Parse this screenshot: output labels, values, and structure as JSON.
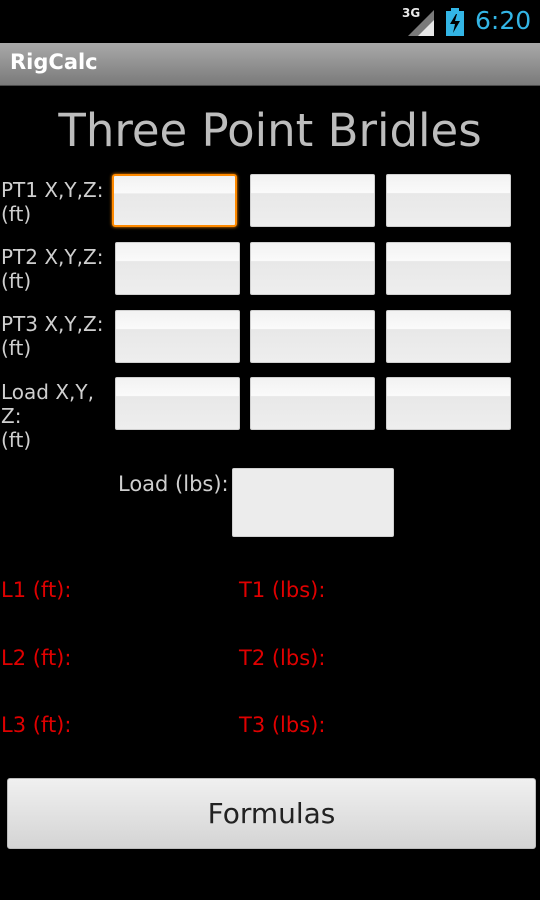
{
  "status_bar": {
    "network": "3G",
    "time": "6:20"
  },
  "app": {
    "title": "RigCalc"
  },
  "heading": "Three Point Bridles",
  "rows": [
    {
      "label": "PT1 X,Y,Z:\n(ft)"
    },
    {
      "label": "PT2 X,Y,Z:\n(ft)"
    },
    {
      "label": "PT3 X,Y,Z:\n(ft)"
    },
    {
      "label": "Load X,Y,\nZ:\n(ft)"
    }
  ],
  "load": {
    "label": "Load (lbs):",
    "value": ""
  },
  "results": {
    "l1": "L1 (ft):",
    "l2": "L2 (ft):",
    "l3": "L3 (ft):",
    "t1": "T1 (lbs):",
    "t2": "T2 (lbs):",
    "t3": "T3 (lbs):"
  },
  "buttons": {
    "formulas": "Formulas"
  },
  "colors": {
    "accent_time": "#33b5e5",
    "result_text": "#e00000",
    "focus_border": "#ff8a00"
  }
}
